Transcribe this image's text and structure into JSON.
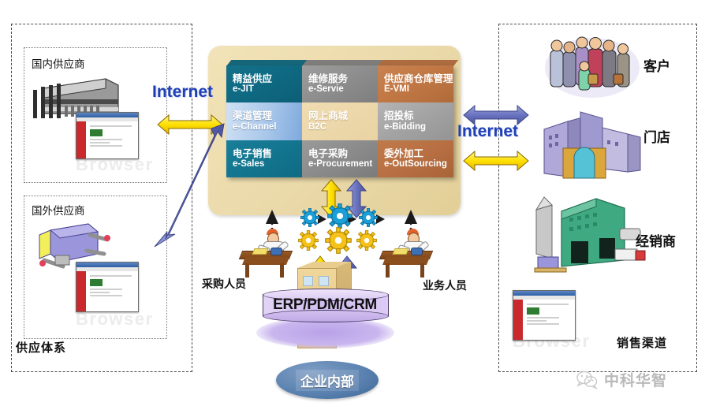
{
  "zones": {
    "supply_system_label": "供应体系",
    "sales_channel_label": "销售渠道",
    "domestic_supplier_label": "国内供应商",
    "foreign_supplier_label": "国外供应商",
    "browser_watermark": "Browser"
  },
  "center": {
    "modules": [
      {
        "cn": "精益供应",
        "en": "e-JIT",
        "color": "#0f6b84",
        "style": "c-teal"
      },
      {
        "cn": "维修服务",
        "en": "e-Servie",
        "color": "#8f8f8f",
        "style": "c-gray"
      },
      {
        "cn": "供应商仓库管理",
        "en": "E-VMI",
        "color": "#c07744",
        "style": "c-orange"
      },
      {
        "cn": "渠道管理",
        "en": "e-Channel",
        "color": "#a9c7ea",
        "style": "c-blue"
      },
      {
        "cn": "网上商城",
        "en": "B2C",
        "color": "#e9d3a3",
        "style": "c-tan"
      },
      {
        "cn": "招投标",
        "en": "e-Bidding",
        "color": "#a3a3a3",
        "style": "c-gray2"
      },
      {
        "cn": "电子销售",
        "en": "e-Sales",
        "color": "#13758f",
        "style": "c-teal2"
      },
      {
        "cn": "电子采购",
        "en": "e-Procurement",
        "color": "#8b8b8b",
        "style": "c-gray3"
      },
      {
        "cn": "委外加工",
        "en": "e-OutSourcing",
        "color": "#b87043",
        "style": "c-orange2"
      }
    ]
  },
  "labels": {
    "internet_left": "Internet",
    "internet_right": "Internet",
    "customer": "客户",
    "store": "门店",
    "dealer": "经销商",
    "buyer_staff": "采购人员",
    "sales_staff": "业务人员",
    "erp_system": "ERP/PDM/CRM",
    "enterprise_internal": "企业内部"
  },
  "brand": {
    "name": "中科华智",
    "icon": "wechat-icon"
  },
  "colors": {
    "internet_blue": "#1f3fb5",
    "panel_cream": "#ead9a9",
    "arrow_yellow": "#ffe000",
    "arrow_blue": "#6a73bf",
    "erp_purple": "#cfbcee",
    "enterprise_blue": "#5b82b0",
    "gear_blue": "#1b9fd8",
    "gear_yellow": "#f5c21a",
    "dealer_green": "#3fa982"
  },
  "icons": {
    "factory": "factory-icon",
    "machine": "machine-icon",
    "customers": "people-group-icon",
    "stores": "store-buildings-icon",
    "dealer": "warehouse-icon",
    "browser_window": "browser-window-icon",
    "gear": "gear-icon",
    "worker": "desk-worker-icon",
    "office": "office-building-icon"
  }
}
